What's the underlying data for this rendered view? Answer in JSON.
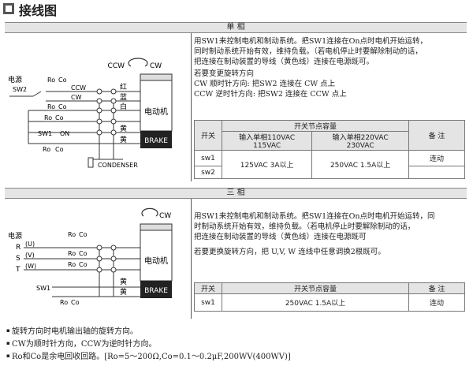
{
  "page_title": "接线图",
  "single": {
    "header": "单  相",
    "diagram": {
      "power": "电源",
      "sw2": "SW2",
      "ccw_top": "CCW",
      "cw_top": "CW",
      "ro": "Ro",
      "co": "Co",
      "ccw": "CCW",
      "cw": "CW",
      "sw1": "SW1",
      "on": "ON",
      "red": "红",
      "blue": "蓝",
      "white": "白",
      "yellow1": "黄",
      "yellow2": "黄",
      "motor": "电动机",
      "brake": "BRAKE",
      "condenser": "CONDENSER"
    },
    "desc": [
      "用SW1来控制电机和制动系统。把SW1连接在On点时电机开始运转，",
      "同时制动系统开始有效，维持负载。（若电机停止时要解除制动的话，",
      "把连接在制动装置的导线（黄色线）连接在电源既可。",
      "若要变更旋转方向",
      "CW  顺时针方向:  把SW2 连接在 CW 点上",
      "CCW 逆时针方向:  把SW2 连接在 CCW 点上"
    ],
    "table": {
      "col_switch": "开关",
      "group_header": "开关节点容量",
      "col_110": "输入单相110VAC\n115VAC",
      "col_220": "输入单相220VAC\n230VAC",
      "col_note": "备 注",
      "rows": [
        {
          "sw": "sw1",
          "v110": "125VAC  3A以上",
          "v220": "250VAC  1.5A以上",
          "note": "连动"
        },
        {
          "sw": "sw2",
          "v110": "",
          "v220": "",
          "note": ""
        }
      ]
    }
  },
  "three": {
    "header": "三  相",
    "diagram": {
      "power": "电源",
      "r": "R",
      "s": "S",
      "t": "T",
      "u": "(U)",
      "v": "(V)",
      "w": "(W)",
      "ro": "Ro",
      "co": "Co",
      "sw1": "SW1",
      "cw_top": "CW",
      "yellow1": "黄",
      "yellow2": "黄",
      "motor": "电动机",
      "brake": "BRAKE"
    },
    "desc": [
      "用SW1来控制电机和制动系统。把SW1连接在On点时电机开始运转，同",
      "时制动系统开始有效，维持负载。（若电机停止时要解除制动的话，",
      "把连接在制动装置的导线（黄色线）连接在电源既可",
      "若要更换旋转方向，把 U,V, W 连线中任意调换2根既可。"
    ],
    "table": {
      "col_switch": "开关",
      "group_header": "开关节点容量",
      "col_note": "备 注",
      "rows": [
        {
          "sw": "sw1",
          "value": "250VAC  1.5A以上",
          "note": "连动"
        }
      ]
    }
  },
  "notes": [
    "旋转方向时电机输出轴的旋转方向。",
    "CW为顺时针方向，CCW为逆时针方向。",
    "Ro和Co是余电回收回路。[Ro=5～200Ω,Co=0.1～0.2μF,200WV(400WV)]"
  ]
}
